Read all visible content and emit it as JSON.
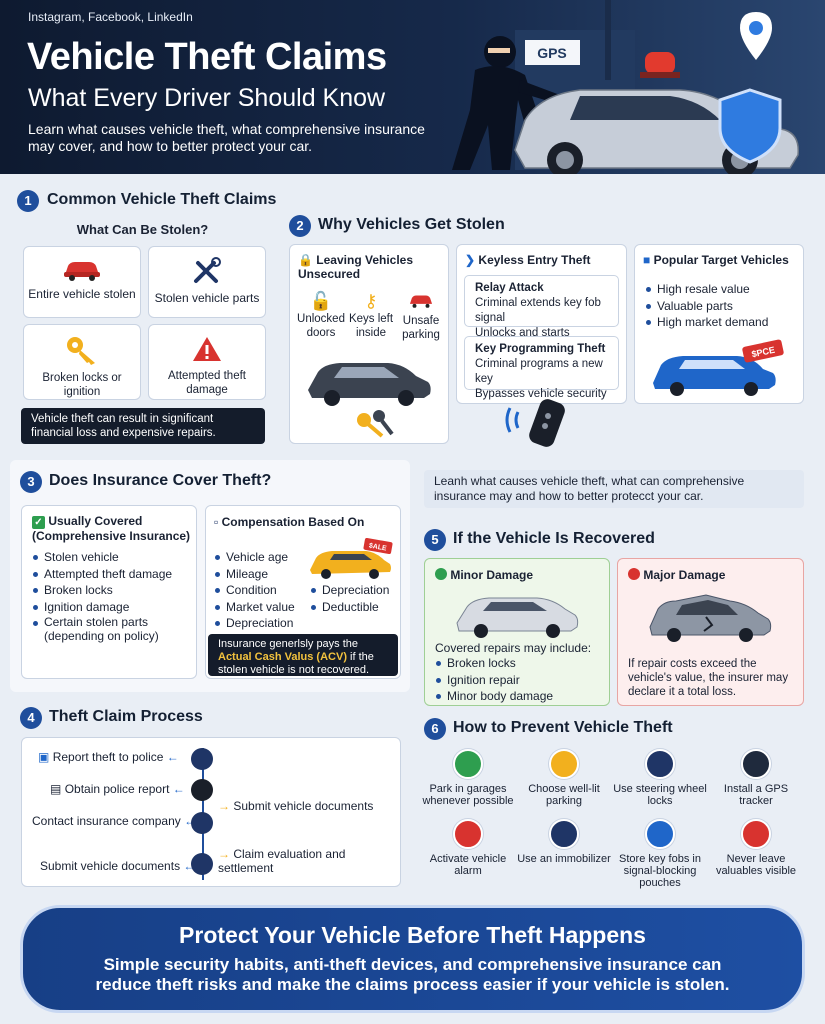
{
  "header": {
    "platforms": "Instagram, Facebook, LinkedIn",
    "title": "Vehicle Theft Claims",
    "subtitle": "What Every Driver Should Know",
    "intro": "Learn what causes vehicle theft, what comprehensive insurance may cover, and how to better protect your car.",
    "gps_sign": "GPS"
  },
  "s1": {
    "number": "1",
    "title": "Common Vehicle Theft Claims",
    "subtitle": "What Can Be Stolen?",
    "items": [
      "Entire vehicle stolen",
      "Stolen vehicle parts",
      "Broken locks or ignition",
      "Attempted theft damage"
    ],
    "note": "Vehicle theft can result in significant financial loss and expensive repairs."
  },
  "s2": {
    "number": "2",
    "title": "Why Vehicles Get Stolen",
    "unsecured": {
      "title": "Leaving Vehicles Unsecured",
      "items": [
        "Unlocked doors",
        "Keys left inside",
        "Unsafe parking"
      ]
    },
    "keyless": {
      "title": "Keyless Entry Theft",
      "relay_title": "Relay Attack",
      "relay_lines": [
        "Criminal extends key fob signal",
        "Unlocks and starts vehicle"
      ],
      "program_title": "Key Programming Theft",
      "program_lines": [
        "Criminal programs a new key",
        "Bypasses vehicle security"
      ]
    },
    "targets": {
      "title": "Popular Target Vehicles",
      "items": [
        "High resale value",
        "Valuable parts",
        "High market demand"
      ],
      "tag": "$PCE"
    }
  },
  "s3": {
    "number": "3",
    "title": "Does Insurance Cover Theft?",
    "covered_title": "Usually Covered (Comprehensive Insurance)",
    "covered_items": [
      "Stolen vehicle",
      "Attempted theft damage",
      "Broken locks",
      "Ignition damage",
      "Certain stolen parts (depending on policy)"
    ],
    "comp_title": "Compensation Based On",
    "comp_left": [
      "Vehicle age",
      "Mileage",
      "Condition",
      "Market value",
      "Depreciation"
    ],
    "comp_right": [
      "Depreciation",
      "Deductible"
    ],
    "tag": "$ALE",
    "note_prefix": "Insurance generlsly pays the ",
    "note_highlight": "Actual Cash Valus (ACV)",
    "note_suffix": " if the stolen vehicle is not recovered."
  },
  "callout": "Leanh what causes vehicle theft, what can comprehensive insurance may and how to better protecct your car.",
  "s4": {
    "number": "4",
    "title": "Theft Claim Process",
    "left_steps": [
      "Report theft to police",
      "Obtain police report",
      "Contact insurance company",
      "Submit vehicle documents"
    ],
    "right_steps": [
      "Submit vehicle documents",
      "Claim evaluation and settlement"
    ]
  },
  "s5": {
    "number": "5",
    "title": "If the Vehicle Is Recovered",
    "minor_title": "Minor Damage",
    "minor_intro": "Covered repairs may include:",
    "minor_items": [
      "Broken locks",
      "Ignition repair",
      "Minor body damage"
    ],
    "major_title": "Major Damage",
    "major_text": "If repair costs exceed the vehicle's value, the insurer may declare it a total loss."
  },
  "s6": {
    "number": "6",
    "title": "How to Prevent Vehicle Theft",
    "tips": [
      {
        "label": "Park in garages whenever possible",
        "icon": "garage-icon",
        "color": "#2e9e4f"
      },
      {
        "label": "Choose well-lit parking",
        "icon": "lightbulb-icon",
        "color": "#f2b01e"
      },
      {
        "label": "Use steering wheel locks",
        "icon": "padlock-icon",
        "color": "#1f3566"
      },
      {
        "label": "Install a GPS tracker",
        "icon": "map-pin-icon",
        "color": "#1f2a3d"
      },
      {
        "label": "Activate vehicle alarm",
        "icon": "alarm-icon",
        "color": "#d8332f"
      },
      {
        "label": "Use an immobilizer",
        "icon": "shield-icon",
        "color": "#1f3566"
      },
      {
        "label": "Store key fobs in signal-blocking pouches",
        "icon": "signal-icon",
        "color": "#1f66c9"
      },
      {
        "label": "Never leave valuables visible",
        "icon": "backpack-icon",
        "color": "#d8332f"
      }
    ]
  },
  "banner": {
    "title": "Protect Your Vehicle Before Theft Happens",
    "text": "Simple security habits, anti-theft devices, and comprehensive insurance can reduce theft risks and make the claims process easier if your vehicle is stolen."
  },
  "colors": {
    "accent": "#1f4e9c",
    "dark": "#0e1a30",
    "green": "#2e9e4f",
    "red": "#d8332f"
  }
}
